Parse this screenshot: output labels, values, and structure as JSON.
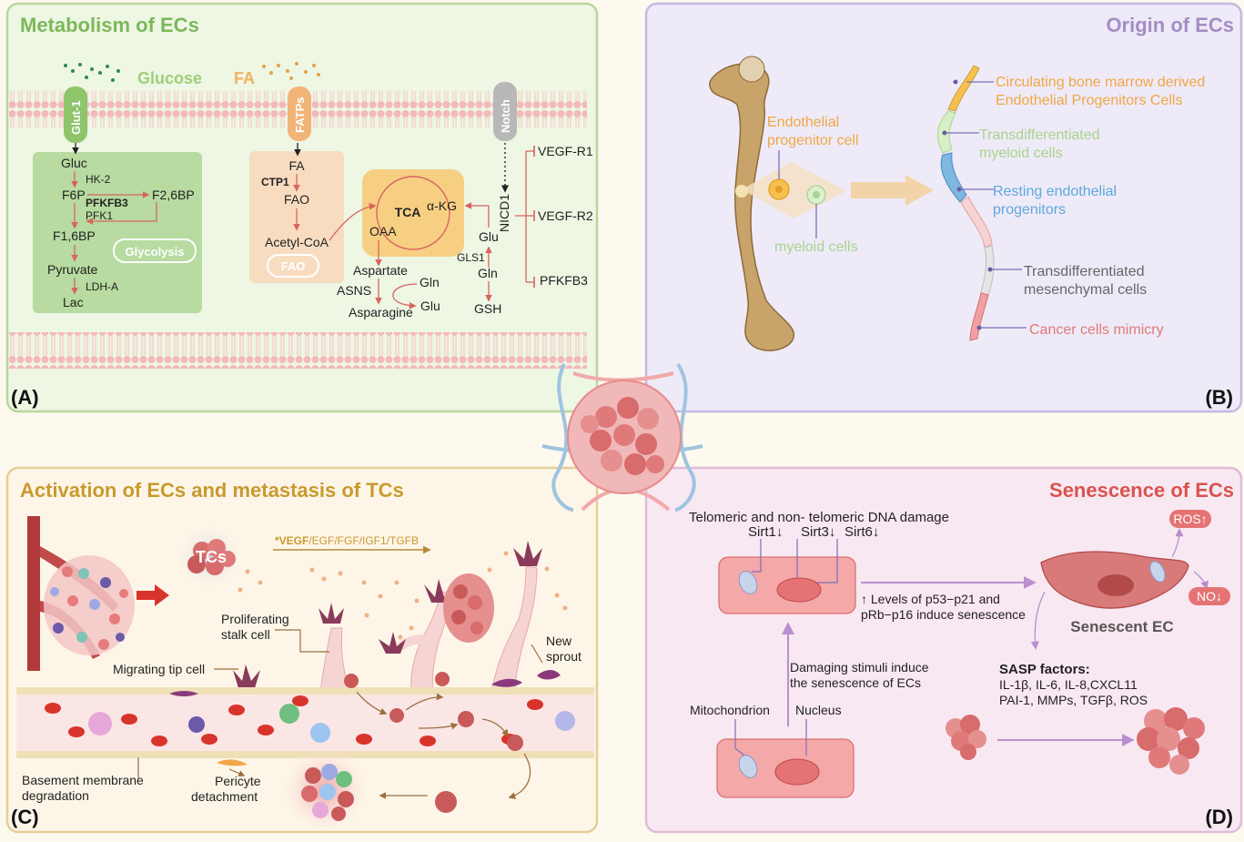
{
  "panelA": {
    "title": "Metabolism of ECs",
    "label": "(A)",
    "glucose": "Glucose",
    "fa": "FA",
    "glut1": "Glut-1",
    "fatps": "FATPs",
    "notch": "Notch",
    "glycolysis": {
      "gluc": "Gluc",
      "hk2": "HK-2",
      "f6p": "F6P",
      "pfkfb3": "PFKFB3",
      "f26bp": "F2,6BP",
      "pfk1": "PFK1",
      "f16bp": "F1,6BP",
      "pyruvate": "Pyruvate",
      "ldha": "LDH-A",
      "lac": "Lac",
      "badge": "Glycolysis"
    },
    "fao": {
      "fa": "FA",
      "ctp1": "CTP1",
      "fao": "FAO",
      "acetyl": "Acetyl-CoA",
      "badge": "FAO"
    },
    "tca": {
      "tca": "TCA",
      "akg": "α-KG",
      "oaa": "OAA",
      "aspartate": "Aspartate",
      "asns": "ASNS",
      "gln1": "Gln",
      "glu1": "Glu",
      "asparagine": "Asparagine",
      "glu2": "Glu",
      "gls1": "GLS1",
      "gln2": "Gln",
      "gsh": "GSH"
    },
    "nicd1": "NICD1",
    "vegfr1": "VEGF-R1",
    "vegfr2": "VEGF-R2",
    "pfkfb3_right": "PFKFB3"
  },
  "panelB": {
    "title": "Origin of ECs",
    "label": "(B)",
    "progenitor_line1": "Endothelial",
    "progenitor_line2": "progenitor cell",
    "myeloid": "myeloid cells",
    "circ_line1": "Circulating bone marrow derived",
    "circ_line2": "Endothelial Progenitors Cells",
    "trans_myeloid_line1": "Transdifferentiated",
    "trans_myeloid_line2": "myeloid cells",
    "resting_line1": "Resting endothelial",
    "resting_line2": "progenitors",
    "trans_mes_line1": "Transdifferentiated",
    "trans_mes_line2": "mesenchymal cells",
    "cancer": "Cancer cells mimicry"
  },
  "panelC": {
    "title": "Activation of ECs and metastasis of TCs",
    "label": "(C)",
    "tcs": "TCs",
    "vegf_bold": "*VEGF",
    "vegf_rest": "/EGF/FGF/IGF1/TGFB",
    "prolif_line1": "Proliferating",
    "prolif_line2": "stalk cell",
    "migrating": "Migrating tip cell",
    "new_line1": "New",
    "new_line2": "sprout",
    "basement_line1": "Basement membrane",
    "basement_line2": "degradation",
    "pericyte_line1": "Pericyte",
    "pericyte_line2": "detachment"
  },
  "panelD": {
    "title": "Senescence of ECs",
    "label": "(D)",
    "dna": "Telomeric and non- telomeric DNA damage",
    "sirt1": "Sirt1↓",
    "sirt3": "Sirt3↓",
    "sirt6": "Sirt6↓",
    "levels_line1": "↑ Levels of p53−p21 and",
    "levels_line2": "pRb−p16 induce senescence",
    "ros": "ROS↑",
    "no": "NO↓",
    "senescent": "Senescent EC",
    "damaging_line1": "Damaging stimuli induce",
    "damaging_line2": "the senescence of ECs",
    "mito": "Mitochondrion",
    "nucleus": "Nucleus",
    "sasp_title": "SASP factors:",
    "sasp_line1": "IL-1β, IL-6, IL-8,CXCL11",
    "sasp_line2": "PAI-1, MMPs, TGFβ, ROS"
  },
  "colors": {
    "green": "#7cb85a",
    "orange": "#f0a847",
    "purple": "#a48dc4",
    "gold": "#c99a2e",
    "red": "#d9534f",
    "panelA_bg": "#eef6e4",
    "panelB_bg": "#eeeaf7",
    "panelC_bg": "#fdf6e8",
    "panelD_bg": "#f8e8f2"
  }
}
